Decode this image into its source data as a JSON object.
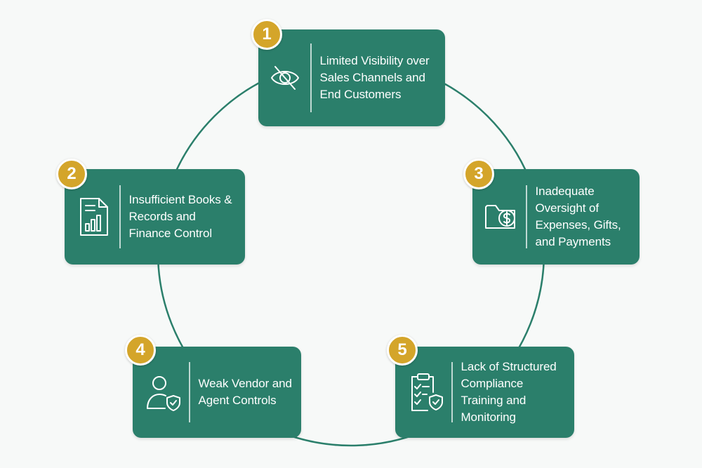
{
  "theme": {
    "card_color": "#2b7f6b",
    "badge_color": "#d4a52a",
    "ring_color": "#2b7f6b",
    "background": "#f7f9f8"
  },
  "items": [
    {
      "number": "1",
      "label": "Limited Visibility over Sales Channels and End Customers",
      "icon": "eye-slash-icon"
    },
    {
      "number": "2",
      "label": "Insufficient Books & Records and Finance Control",
      "icon": "document-chart-icon"
    },
    {
      "number": "3",
      "label": "Inadequate Oversight of Expenses, Gifts, and Payments",
      "icon": "folder-dollar-icon"
    },
    {
      "number": "4",
      "label": "Weak Vendor and Agent Controls",
      "icon": "person-shield-icon"
    },
    {
      "number": "5",
      "label": "Lack of Structured Compliance Training and Monitoring",
      "icon": "checklist-shield-icon"
    }
  ]
}
